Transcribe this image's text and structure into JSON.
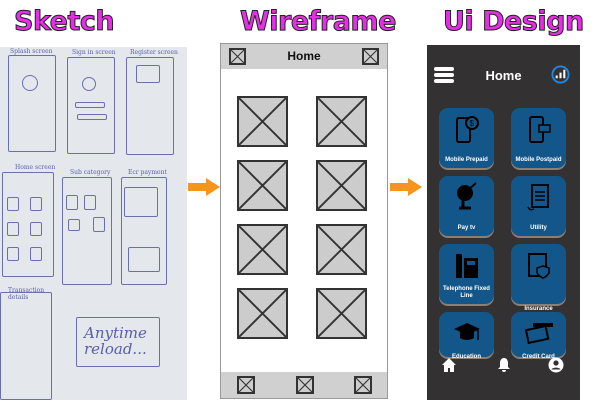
{
  "titles": {
    "sketch": "Sketch",
    "wireframe": "Wireframe",
    "ui_design": "Ui Design"
  },
  "sketch": {
    "screen_labels": [
      "Splash screen",
      "Sign in screen",
      "Register screen",
      "Home screen",
      "Sub category",
      "Ecr payment",
      "Transaction details"
    ],
    "note": "Anytime reload..."
  },
  "wireframe": {
    "header_title": "Home",
    "tile_count": 8
  },
  "ui": {
    "header_title": "Home",
    "tiles": [
      {
        "label": "Mobile Prepaid",
        "icon": "phone-dollar-icon"
      },
      {
        "label": "Mobile Postpaid",
        "icon": "phone-mail-icon"
      },
      {
        "label": "Pay tv",
        "icon": "satellite-dish-icon"
      },
      {
        "label": "Utility",
        "icon": "bill-receipt-icon"
      },
      {
        "label": "Telephone Fixed Line",
        "icon": "desk-phone-icon"
      },
      {
        "label": "Insurance",
        "icon": "insurance-clipboard-icon"
      },
      {
        "label": "Education",
        "icon": "graduation-cap-icon"
      },
      {
        "label": "Credit Card",
        "icon": "credit-card-icon"
      }
    ],
    "colors": {
      "background": "#333132",
      "tile": "#13578a",
      "accent": "#1e88e5"
    }
  },
  "colors": {
    "title": "#e62ee6",
    "arrow": "#f7941d"
  }
}
